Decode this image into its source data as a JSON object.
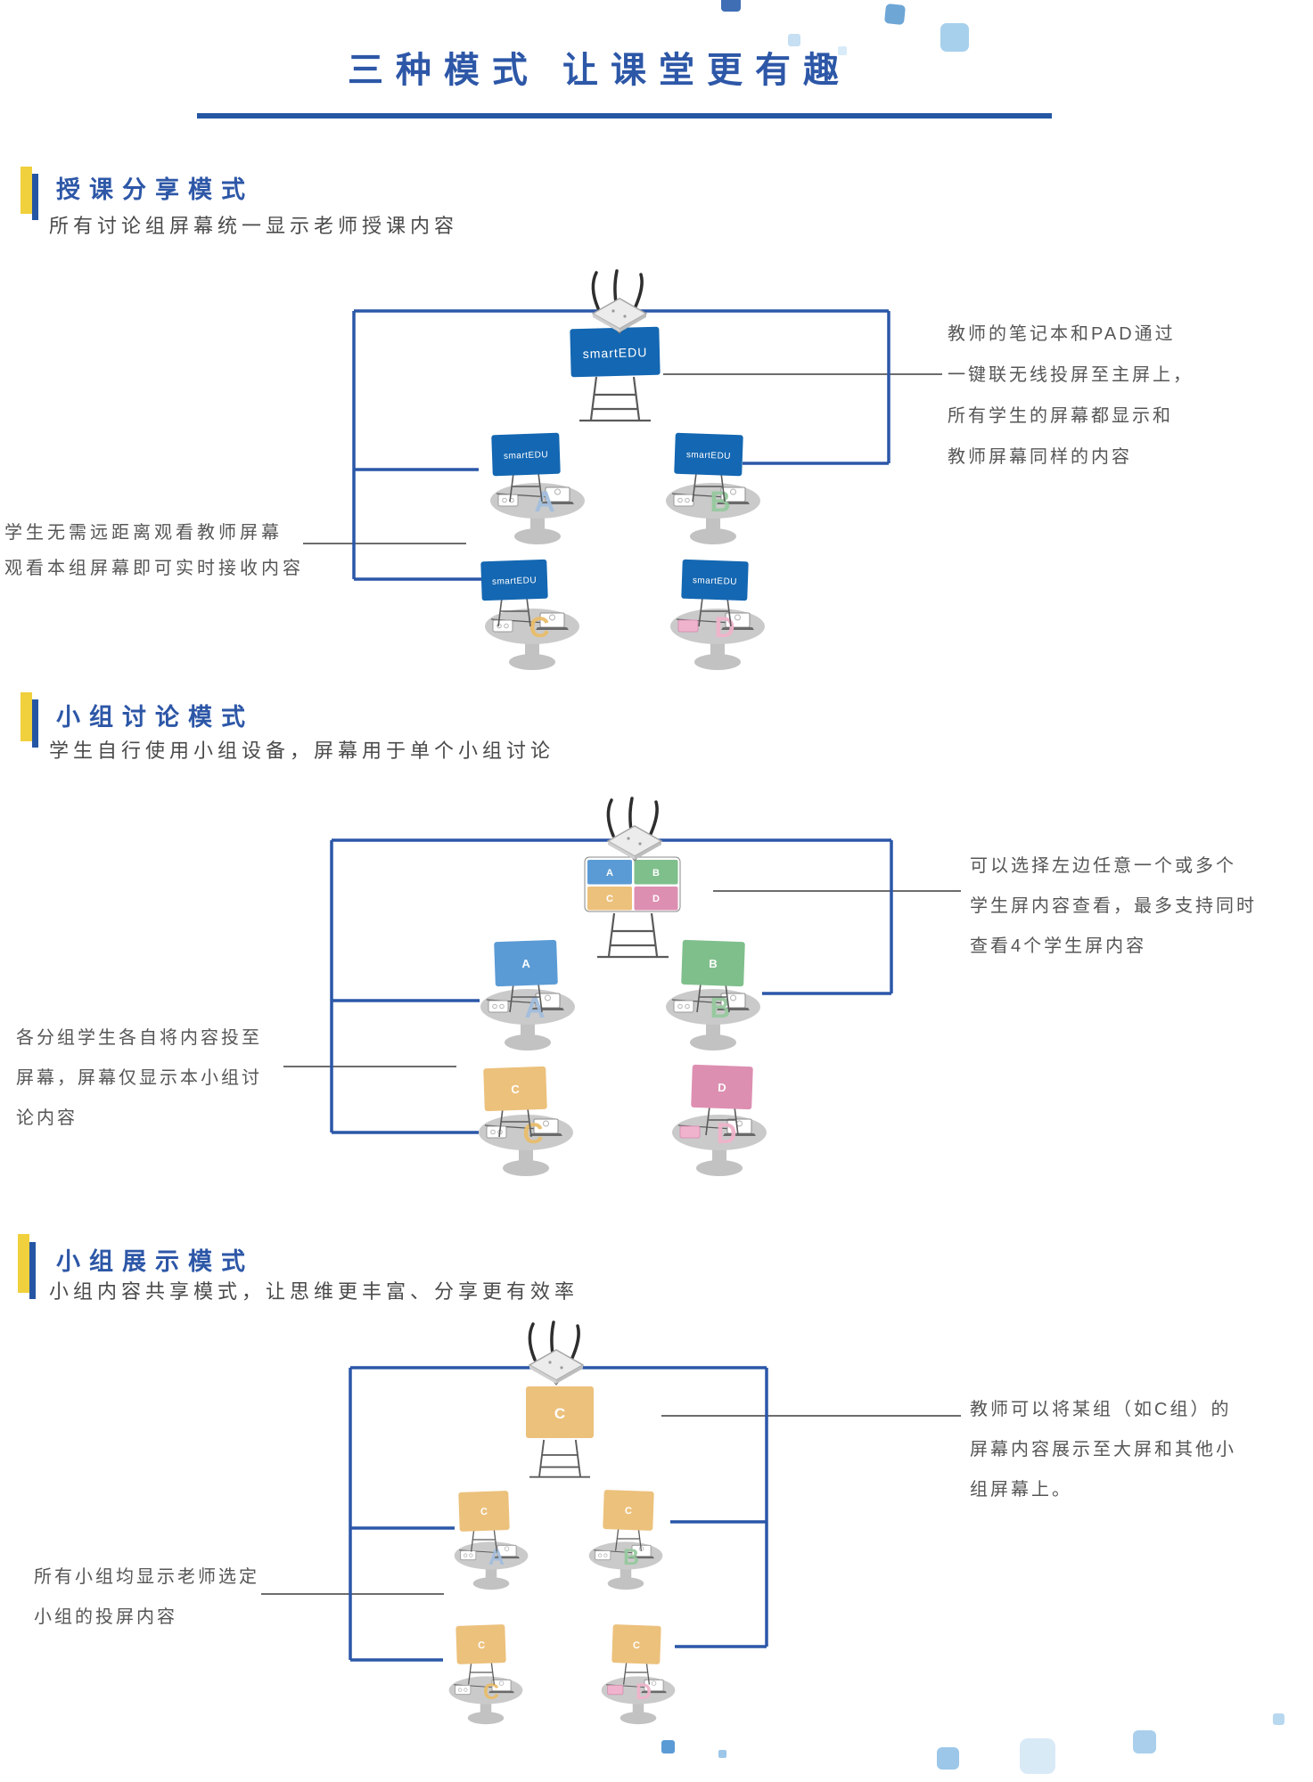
{
  "title": "三种模式 让课堂更有趣",
  "colors": {
    "heading_blue": "#2d57a7",
    "underline_blue": "#2456a4",
    "bracket_line_blue": "#2b57a8",
    "marker_yellow": "#f0d03c",
    "screen_blue": "#1467b2",
    "quad_a": "#5b9bd5",
    "quad_b": "#7fbf8c",
    "quad_c": "#ecc17c",
    "quad_d": "#dd8fb2",
    "letter_a": "#a3bede",
    "letter_b": "#96c99e",
    "letter_c": "#e9bd6b",
    "letter_d": "#f0b3ca",
    "note_gray": "#565656"
  },
  "sections": [
    {
      "heading": "授课分享模式",
      "subheading": "所有讨论组屏幕统一显示老师授课内容",
      "main_screen": {
        "label": "smartEDU"
      },
      "left_note": {
        "lines": [
          "学生无需远距离观看教师屏幕",
          "观看本组屏幕即可实时接收内容"
        ]
      },
      "right_note": {
        "lines": [
          "教师的笔记本和PAD通过",
          "一键联无线投屏至主屏上，",
          "所有学生的屏幕都显示和",
          "教师屏幕同样的内容"
        ]
      },
      "groups": [
        {
          "letter": "A",
          "screen_label": "smartEDU"
        },
        {
          "letter": "B",
          "screen_label": "smartEDU"
        },
        {
          "letter": "C",
          "screen_label": "smartEDU"
        },
        {
          "letter": "D",
          "screen_label": "smartEDU"
        }
      ]
    },
    {
      "heading": "小组讨论模式",
      "subheading": "学生自行使用小组设备，屏幕用于单个小组讨论",
      "main_screen": {
        "cells": [
          "A",
          "B",
          "C",
          "D"
        ]
      },
      "left_note": {
        "lines": [
          "各分组学生各自将内容投至",
          "屏幕，屏幕仅显示本小组讨",
          "论内容"
        ]
      },
      "right_note": {
        "lines": [
          "可以选择左边任意一个或多个",
          "学生屏内容查看，最多支持同时",
          "查看4个学生屏内容"
        ]
      },
      "groups": [
        {
          "letter": "A",
          "screen_label": "A"
        },
        {
          "letter": "B",
          "screen_label": "B"
        },
        {
          "letter": "C",
          "screen_label": "C"
        },
        {
          "letter": "D",
          "screen_label": "D"
        }
      ]
    },
    {
      "heading": "小组展示模式",
      "subheading": "小组内容共享模式，让思维更丰富、分享更有效率",
      "main_screen": {
        "label": "C"
      },
      "left_note": {
        "lines": [
          "所有小组均显示老师选定",
          "小组的投屏内容"
        ]
      },
      "right_note": {
        "lines": [
          "教师可以将某组（如C组）的",
          "屏幕内容展示至大屏和其他小",
          "组屏幕上。"
        ]
      },
      "groups": [
        {
          "letter": "A",
          "screen_label": "C"
        },
        {
          "letter": "B",
          "screen_label": "C"
        },
        {
          "letter": "C",
          "screen_label": "C"
        },
        {
          "letter": "D",
          "screen_label": "C"
        }
      ]
    }
  ]
}
